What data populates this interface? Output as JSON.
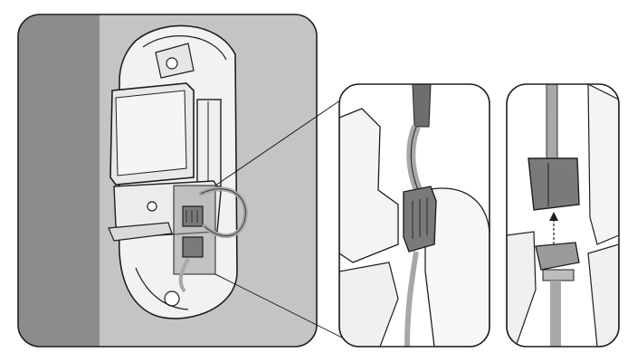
{
  "figure": {
    "panels": [
      {
        "name": "main-device-view"
      },
      {
        "name": "connector-closeup-connected"
      },
      {
        "name": "connector-closeup-detached"
      }
    ],
    "colors": {
      "wall_dark": "#8c8c8c",
      "wall_light": "#c4c4c4",
      "device_body": "#f2f2f2",
      "outline": "#1e1e1e",
      "connector": "#7a7a7a",
      "wire": "#a8a8a8",
      "wire_dark": "#6e6e6e"
    }
  }
}
